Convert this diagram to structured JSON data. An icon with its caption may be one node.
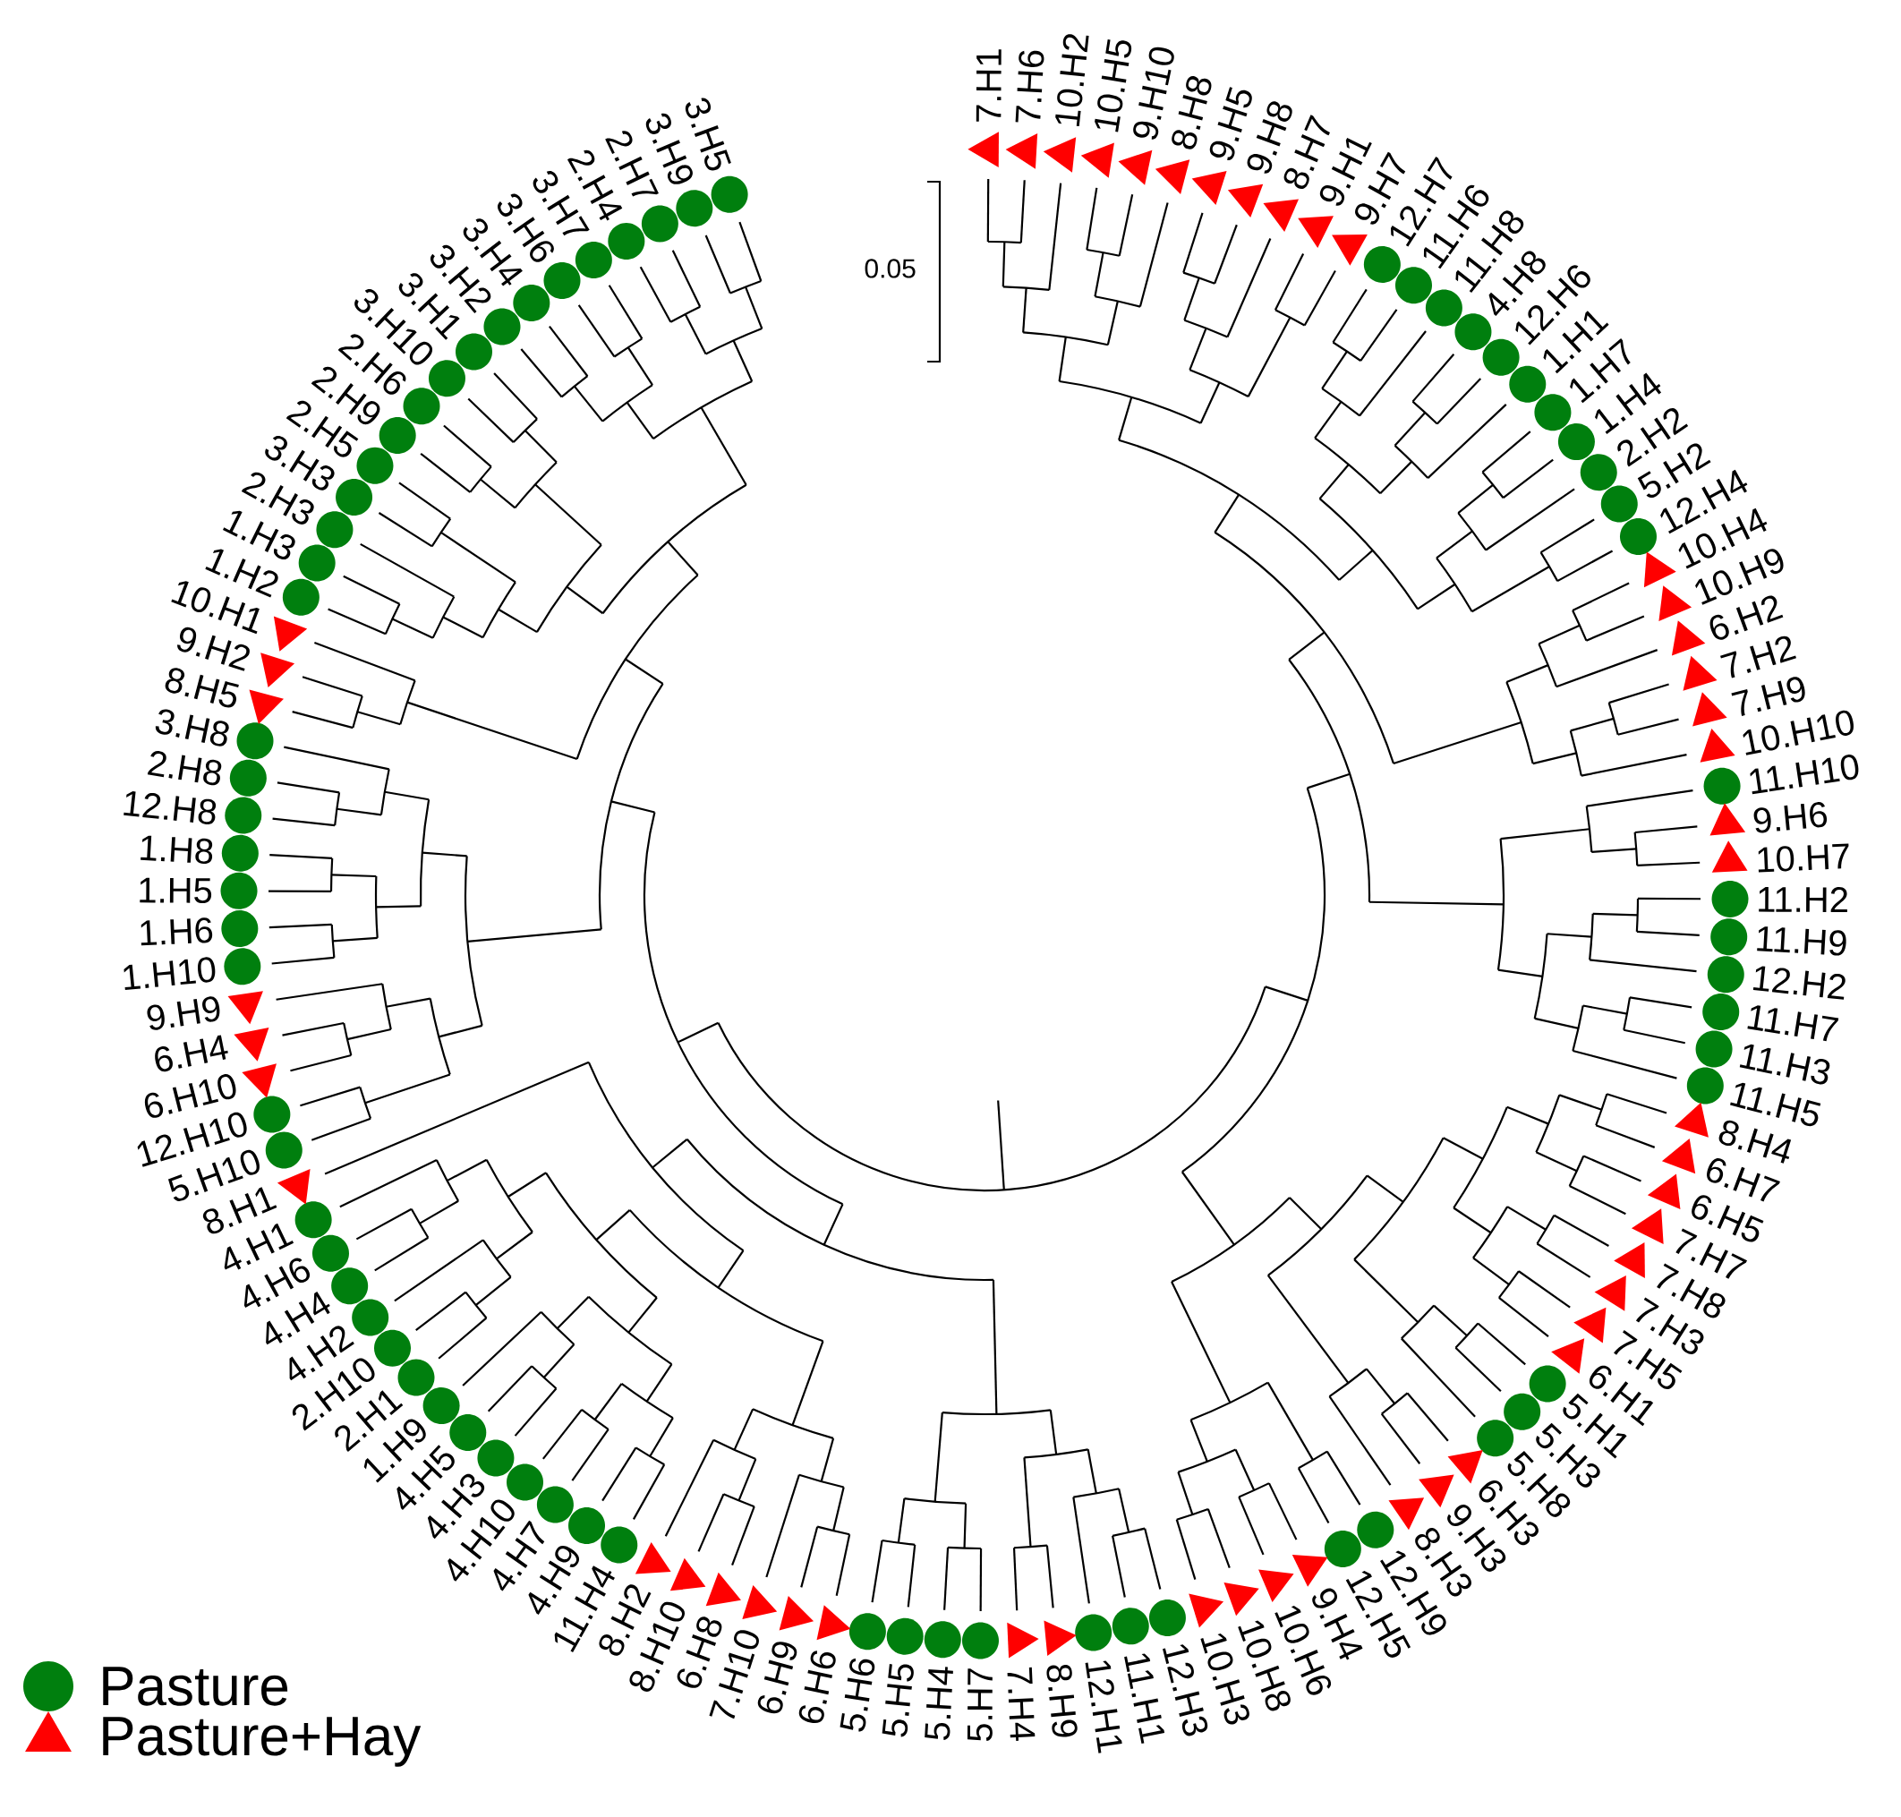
{
  "diagram": {
    "nodes": [
      {
        "text": [],
        "shape": "triangle",
        "beside": [
          "7.H1"
        ]
      },
      {
        "text": [],
        "shape": "triangle",
        "beside": [
          "7.H6"
        ]
      },
      {
        "text": [],
        "shape": "triangle",
        "beside": [
          "10.H2"
        ]
      },
      {
        "text": [],
        "shape": "triangle",
        "beside": [
          "10.H5"
        ]
      },
      {
        "text": [],
        "shape": "triangle",
        "beside": [
          "9.H10"
        ]
      },
      {
        "text": [],
        "shape": "triangle",
        "beside": [
          "8.H8"
        ]
      },
      {
        "text": [],
        "shape": "triangle",
        "beside": [
          "9.H5"
        ]
      },
      {
        "text": [],
        "shape": "triangle",
        "beside": [
          "9.H8"
        ]
      },
      {
        "text": [],
        "shape": "triangle",
        "beside": [
          "8.H7"
        ]
      },
      {
        "text": [],
        "shape": "triangle",
        "beside": [
          "9.H1"
        ]
      },
      {
        "text": [],
        "shape": "triangle",
        "beside": [
          "9.H7"
        ]
      },
      {
        "text": [],
        "shape": "circle",
        "beside": [
          "12.H7"
        ]
      },
      {
        "text": [],
        "shape": "circle",
        "beside": [
          "11.H6"
        ]
      },
      {
        "text": [],
        "shape": "circle",
        "beside": [
          "11.H8"
        ]
      },
      {
        "text": [],
        "shape": "circle",
        "beside": [
          "4.H8"
        ]
      },
      {
        "text": [],
        "shape": "circle",
        "beside": [
          "12.H6"
        ]
      },
      {
        "text": [],
        "shape": "circle",
        "beside": [
          "1.H1"
        ]
      },
      {
        "text": [],
        "shape": "circle",
        "beside": [
          "1.H7"
        ]
      },
      {
        "text": [],
        "shape": "circle",
        "beside": [
          "1.H4"
        ]
      },
      {
        "text": [],
        "shape": "circle",
        "beside": [
          "2.H2"
        ]
      },
      {
        "text": [],
        "shape": "circle",
        "beside": [
          "5.H2"
        ]
      },
      {
        "text": [],
        "shape": "circle",
        "beside": [
          "12.H4"
        ]
      },
      {
        "text": [],
        "shape": "triangle",
        "beside": [
          "10.H4"
        ]
      },
      {
        "text": [],
        "shape": "triangle",
        "beside": [
          "10.H9"
        ]
      },
      {
        "text": [],
        "shape": "triangle",
        "beside": [
          "6.H2"
        ]
      },
      {
        "text": [],
        "shape": "triangle",
        "beside": [
          "7.H2"
        ]
      },
      {
        "text": [],
        "shape": "triangle",
        "beside": [
          "7.H9"
        ]
      },
      {
        "text": [],
        "shape": "triangle",
        "beside": [
          "10.H10"
        ]
      },
      {
        "text": [],
        "shape": "circle",
        "beside": [
          "11.H10"
        ]
      },
      {
        "text": [],
        "shape": "triangle",
        "beside": [
          "9.H6"
        ]
      },
      {
        "text": [],
        "shape": "triangle",
        "beside": [
          "10.H7"
        ]
      },
      {
        "text": [],
        "shape": "circle",
        "beside": [
          "11.H2"
        ]
      },
      {
        "text": [],
        "shape": "circle",
        "beside": [
          "11.H9"
        ]
      },
      {
        "text": [],
        "shape": "circle",
        "beside": [
          "12.H2"
        ]
      },
      {
        "text": [],
        "shape": "circle",
        "beside": [
          "11.H7"
        ]
      },
      {
        "text": [],
        "shape": "circle",
        "beside": [
          "11.H3"
        ]
      },
      {
        "text": [],
        "shape": "circle",
        "beside": [
          "11.H5"
        ]
      },
      {
        "text": [],
        "shape": "triangle",
        "beside": [
          "8.H4"
        ]
      },
      {
        "text": [],
        "shape": "triangle",
        "beside": [
          "6.H7"
        ]
      },
      {
        "text": [],
        "shape": "triangle",
        "beside": [
          "6.H5"
        ]
      },
      {
        "text": [],
        "shape": "triangle",
        "beside": [
          "7.H7"
        ]
      },
      {
        "text": [],
        "shape": "triangle",
        "beside": [
          "7.H8"
        ]
      },
      {
        "text": [],
        "shape": "triangle",
        "beside": [
          "7.H3"
        ]
      },
      {
        "text": [],
        "shape": "triangle",
        "beside": [
          "7.H5"
        ]
      },
      {
        "text": [],
        "shape": "triangle",
        "beside": [
          "6.H1"
        ]
      },
      {
        "text": [],
        "shape": "circle",
        "beside": [
          "5.H1"
        ]
      },
      {
        "text": [],
        "shape": "circle",
        "beside": [
          "5.H3"
        ]
      },
      {
        "text": [],
        "shape": "circle",
        "beside": [
          "5.H8"
        ]
      },
      {
        "text": [],
        "shape": "triangle",
        "beside": [
          "6.H3"
        ]
      },
      {
        "text": [],
        "shape": "triangle",
        "beside": [
          "9.H3"
        ]
      },
      {
        "text": [],
        "shape": "triangle",
        "beside": [
          "8.H3"
        ]
      },
      {
        "text": [],
        "shape": "circle",
        "beside": [
          "12.H9"
        ]
      },
      {
        "text": [],
        "shape": "circle",
        "beside": [
          "12.H5"
        ]
      },
      {
        "text": [],
        "shape": "triangle",
        "beside": [
          "9.H4"
        ]
      },
      {
        "text": [],
        "shape": "triangle",
        "beside": [
          "10.H6"
        ]
      },
      {
        "text": [],
        "shape": "triangle",
        "beside": [
          "10.H8"
        ]
      },
      {
        "text": [],
        "shape": "triangle",
        "beside": [
          "10.H3"
        ]
      },
      {
        "text": [],
        "shape": "circle",
        "beside": [
          "12.H3"
        ]
      },
      {
        "text": [],
        "shape": "circle",
        "beside": [
          "11.H1"
        ]
      },
      {
        "text": [],
        "shape": "circle",
        "beside": [
          "12.H1"
        ]
      },
      {
        "text": [],
        "shape": "triangle",
        "beside": [
          "8.H9"
        ]
      },
      {
        "text": [],
        "shape": "triangle",
        "beside": [
          "7.H4"
        ]
      },
      {
        "text": [],
        "shape": "circle",
        "beside": [
          "5.H7"
        ]
      },
      {
        "text": [],
        "shape": "circle",
        "beside": [
          "5.H4"
        ]
      },
      {
        "text": [],
        "shape": "circle",
        "beside": [
          "5.H5"
        ]
      },
      {
        "text": [],
        "shape": "circle",
        "beside": [
          "5.H6"
        ]
      },
      {
        "text": [],
        "shape": "triangle",
        "beside": [
          "6.H6"
        ]
      },
      {
        "text": [],
        "shape": "triangle",
        "beside": [
          "6.H9"
        ]
      },
      {
        "text": [],
        "shape": "triangle",
        "beside": [
          "7.H10"
        ]
      },
      {
        "text": [],
        "shape": "triangle",
        "beside": [
          "6.H8"
        ]
      },
      {
        "text": [],
        "shape": "triangle",
        "beside": [
          "8.H10"
        ]
      },
      {
        "text": [],
        "shape": "triangle",
        "beside": [
          "8.H2"
        ]
      },
      {
        "text": [],
        "shape": "circle",
        "beside": [
          "11.H4"
        ]
      },
      {
        "text": [],
        "shape": "circle",
        "beside": [
          "4.H9"
        ]
      },
      {
        "text": [],
        "shape": "circle",
        "beside": [
          "4.H7"
        ]
      },
      {
        "text": [],
        "shape": "circle",
        "beside": [
          "4.H10"
        ]
      },
      {
        "text": [],
        "shape": "circle",
        "beside": [
          "4.H3"
        ]
      },
      {
        "text": [],
        "shape": "circle",
        "beside": [
          "4.H5"
        ]
      },
      {
        "text": [],
        "shape": "circle",
        "beside": [
          "1.H9"
        ]
      },
      {
        "text": [],
        "shape": "circle",
        "beside": [
          "2.H1"
        ]
      },
      {
        "text": [],
        "shape": "circle",
        "beside": [
          "2.H10"
        ]
      },
      {
        "text": [],
        "shape": "circle",
        "beside": [
          "4.H2"
        ]
      },
      {
        "text": [],
        "shape": "circle",
        "beside": [
          "4.H4"
        ]
      },
      {
        "text": [],
        "shape": "circle",
        "beside": [
          "4.H6"
        ]
      },
      {
        "text": [],
        "shape": "circle",
        "beside": [
          "4.H1"
        ]
      },
      {
        "text": [],
        "shape": "triangle",
        "beside": [
          "8.H1"
        ]
      },
      {
        "text": [],
        "shape": "circle",
        "beside": [
          "5.H10"
        ]
      },
      {
        "text": [],
        "shape": "circle",
        "beside": [
          "12.H10"
        ]
      },
      {
        "text": [],
        "shape": "triangle",
        "beside": [
          "6.H10"
        ]
      },
      {
        "text": [],
        "shape": "triangle",
        "beside": [
          "6.H4"
        ]
      },
      {
        "text": [],
        "shape": "triangle",
        "beside": [
          "9.H9"
        ]
      },
      {
        "text": [],
        "shape": "circle",
        "beside": [
          "1.H10"
        ]
      },
      {
        "text": [],
        "shape": "circle",
        "beside": [
          "1.H6"
        ]
      },
      {
        "text": [],
        "shape": "circle",
        "beside": [
          "1.H5"
        ]
      },
      {
        "text": [],
        "shape": "circle",
        "beside": [
          "1.H8"
        ]
      },
      {
        "text": [],
        "shape": "circle",
        "beside": [
          "12.H8"
        ]
      },
      {
        "text": [],
        "shape": "circle",
        "beside": [
          "2.H8"
        ]
      },
      {
        "text": [],
        "shape": "circle",
        "beside": [
          "3.H8"
        ]
      },
      {
        "text": [],
        "shape": "triangle",
        "beside": [
          "8.H5"
        ]
      },
      {
        "text": [],
        "shape": "triangle",
        "beside": [
          "9.H2"
        ]
      },
      {
        "text": [],
        "shape": "triangle",
        "beside": [
          "10.H1"
        ]
      },
      {
        "text": [],
        "shape": "circle",
        "beside": [
          "1.H2"
        ]
      },
      {
        "text": [],
        "shape": "circle",
        "beside": [
          "1.H3"
        ]
      },
      {
        "text": [],
        "shape": "circle",
        "beside": [
          "2.H3"
        ]
      },
      {
        "text": [],
        "shape": "circle",
        "beside": [
          "3.H3"
        ]
      },
      {
        "text": [],
        "shape": "circle",
        "beside": [
          "2.H5"
        ]
      },
      {
        "text": [],
        "shape": "circle",
        "beside": [
          "2.H9"
        ]
      },
      {
        "text": [],
        "shape": "circle",
        "beside": [
          "2.H6"
        ]
      },
      {
        "text": [],
        "shape": "circle",
        "beside": [
          "3.H10"
        ]
      },
      {
        "text": [],
        "shape": "circle",
        "beside": [
          "3.H1"
        ]
      },
      {
        "text": [],
        "shape": "circle",
        "beside": [
          "3.H2"
        ]
      },
      {
        "text": [],
        "shape": "circle",
        "beside": [
          "3.H4"
        ]
      },
      {
        "text": [],
        "shape": "circle",
        "beside": [
          "3.H6"
        ]
      },
      {
        "text": [],
        "shape": "circle",
        "beside": [
          "3.H7"
        ]
      },
      {
        "text": [],
        "shape": "circle",
        "beside": [
          "2.H4"
        ]
      },
      {
        "text": [],
        "shape": "circle",
        "beside": [
          "2.H7"
        ]
      },
      {
        "text": [],
        "shape": "circle",
        "beside": [
          "3.H9"
        ]
      },
      {
        "text": [],
        "shape": "circle",
        "beside": [
          "3.H5"
        ]
      }
    ],
    "labels": [
      "0.05"
    ],
    "legend": [
      {
        "text": "Pasture",
        "color": "#007f0e"
      },
      {
        "text": "Pasture+Hay",
        "color": "#ff0000"
      }
    ]
  }
}
